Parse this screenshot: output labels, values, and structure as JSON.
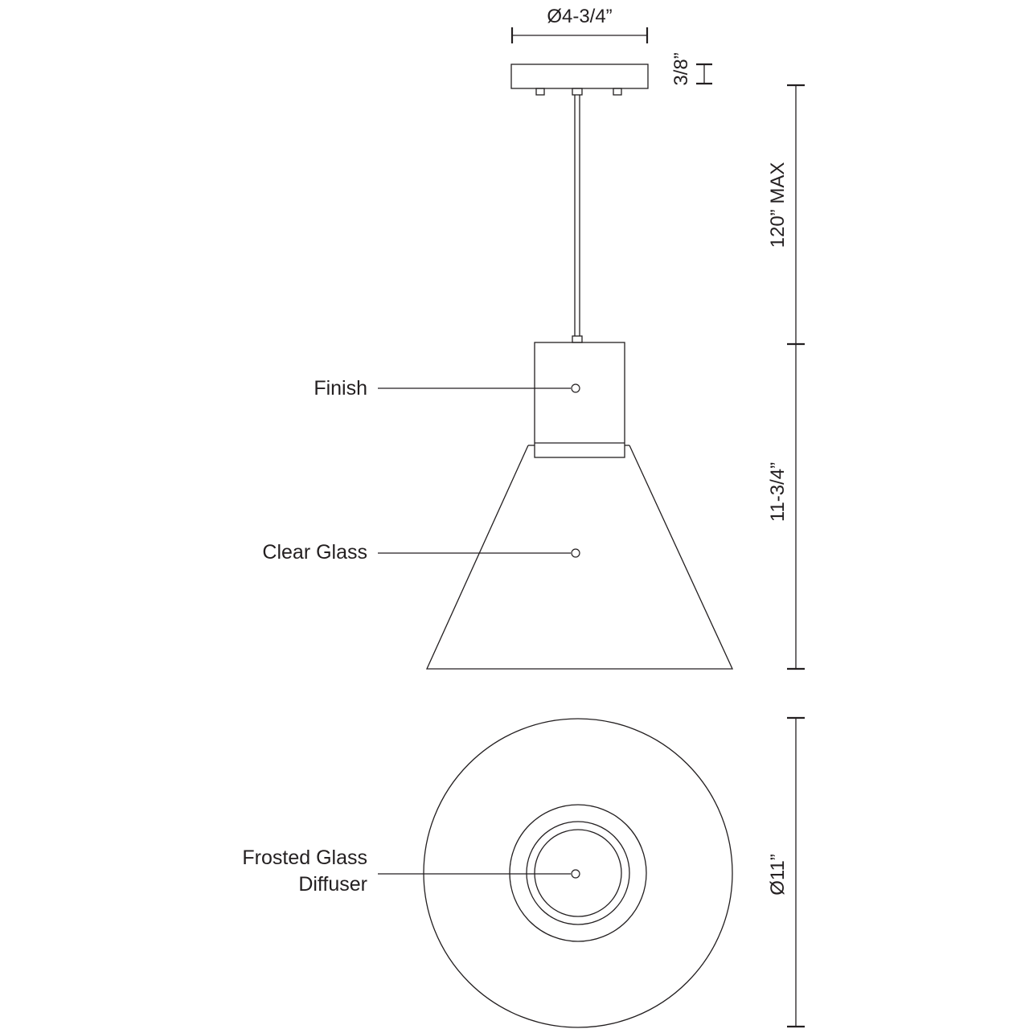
{
  "dimensions": {
    "canopy_diameter": "Ø4-3/4”",
    "canopy_height": "3/8”",
    "rod_length": "120” MAX",
    "fixture_height": "11-3/4”",
    "shade_diameter": "Ø11”"
  },
  "callouts": {
    "finish": "Finish",
    "clear_glass": "Clear Glass",
    "diffuser_line1": "Frosted Glass",
    "diffuser_line2": "Diffuser"
  }
}
